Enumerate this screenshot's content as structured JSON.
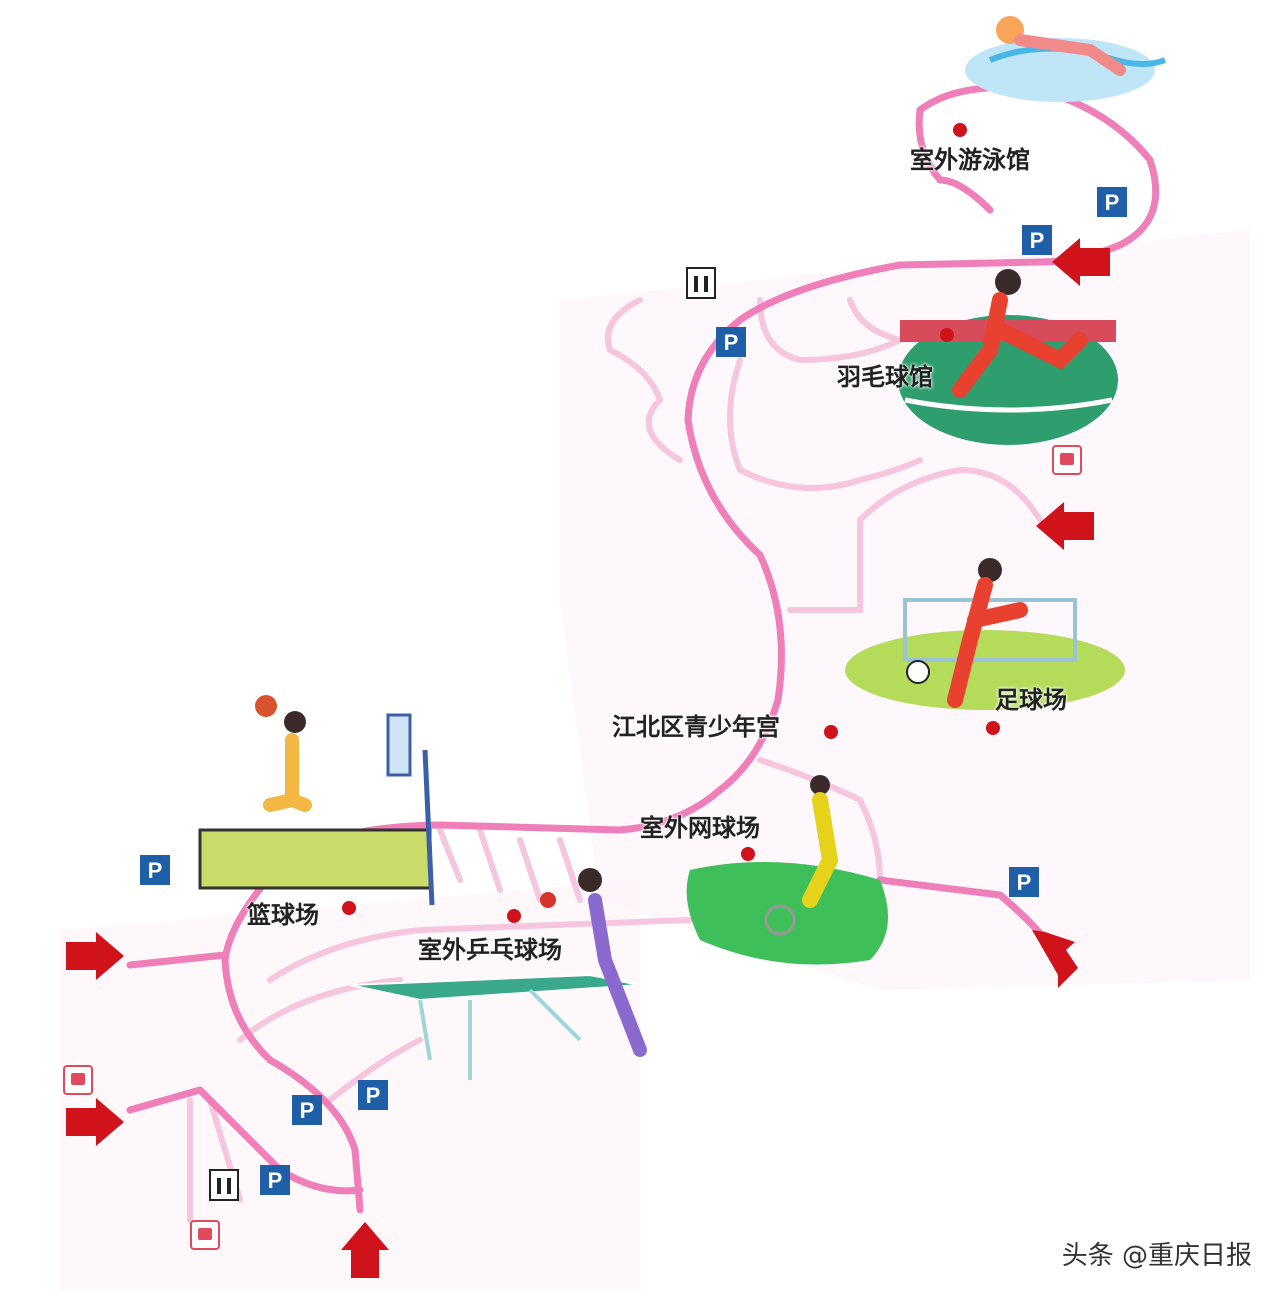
{
  "map": {
    "venues": [
      {
        "id": "pool",
        "label": "室外游泳馆"
      },
      {
        "id": "badminton",
        "label": "羽毛球馆"
      },
      {
        "id": "football",
        "label": "足球场"
      },
      {
        "id": "youth-palace",
        "label": "江北区青少年宫"
      },
      {
        "id": "tennis",
        "label": "室外网球场"
      },
      {
        "id": "basketball",
        "label": "篮球场"
      },
      {
        "id": "pingpong",
        "label": "室外乒乓球场"
      }
    ],
    "parking_label": "P",
    "legend_icons": [
      "parking-icon",
      "toilet-icon",
      "bus-stop-icon",
      "entrance-arrow-icon",
      "location-dot-icon"
    ],
    "colors": {
      "main_road": "#ee7fb9",
      "minor_road": "#f6c6de",
      "entrance": "#d0121b",
      "parking": "#1f5fa8",
      "dot": "#d0121b"
    }
  },
  "watermark": "头条 @重庆日报"
}
